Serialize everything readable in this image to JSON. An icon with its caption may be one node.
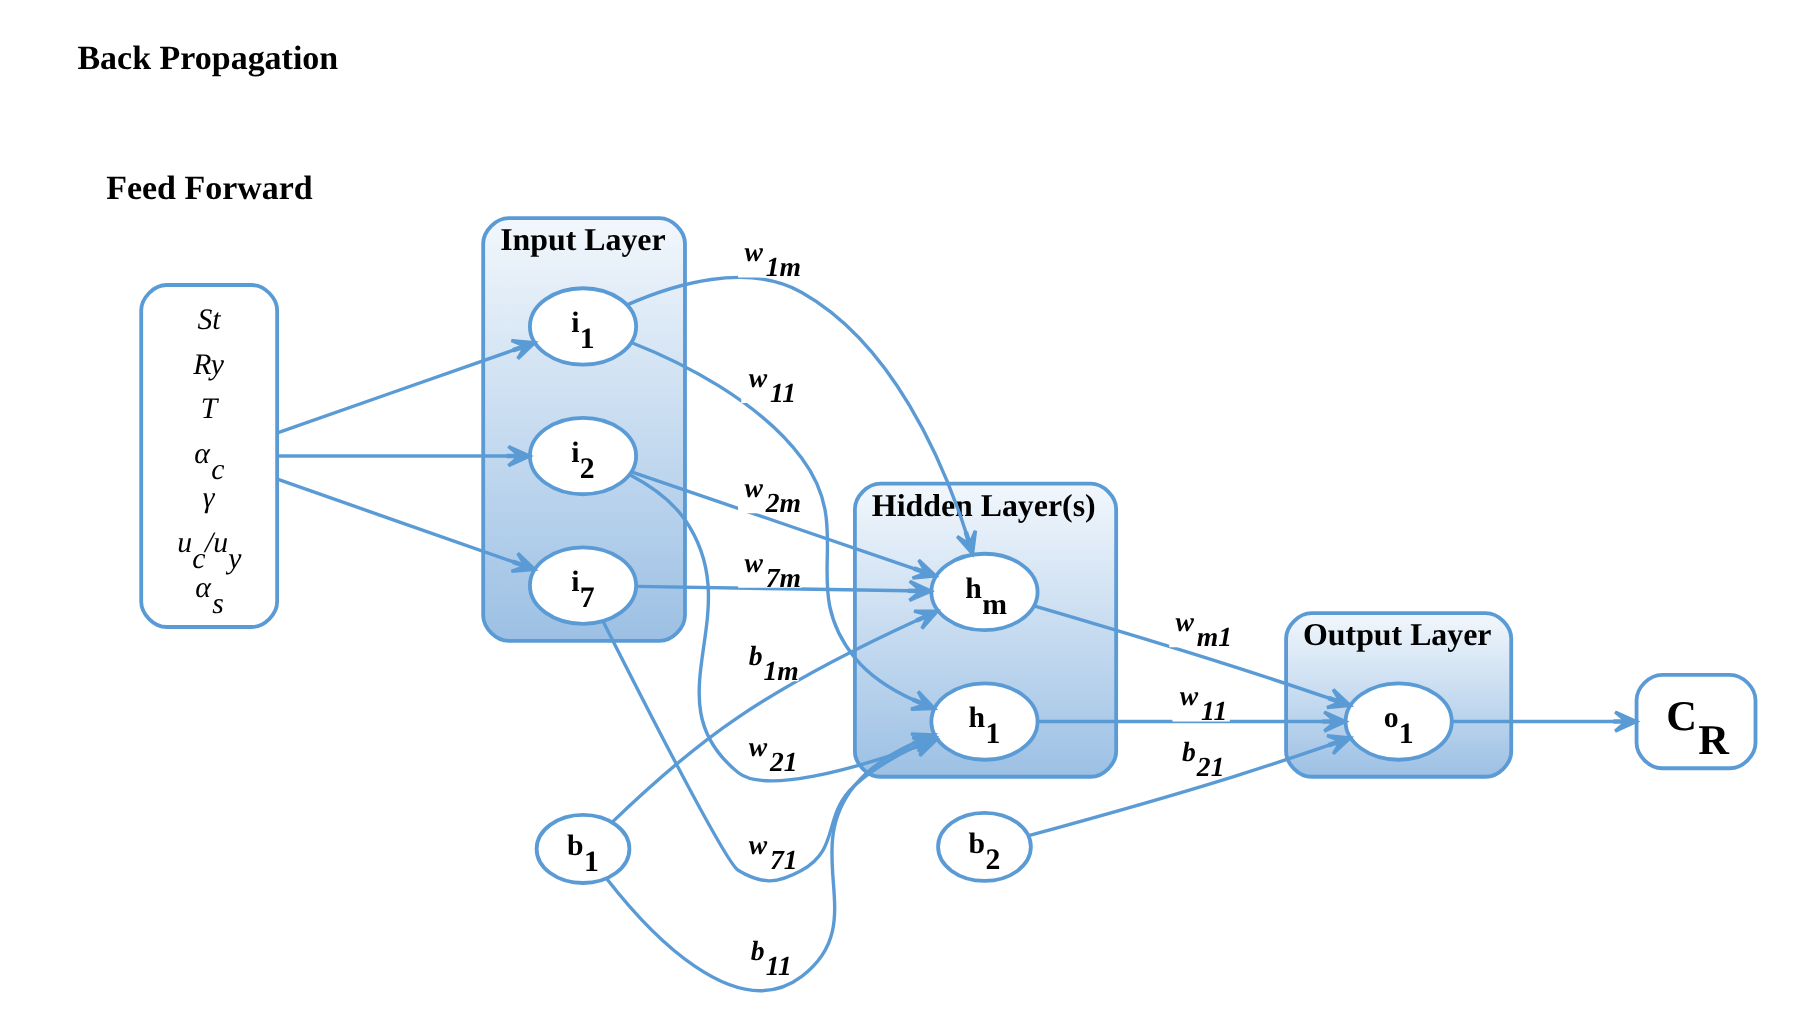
{
  "diagram": {
    "nodes": [
      {
        "text": [
          "St",
          "Ry",
          "T",
          "α$_{c}$",
          "γ",
          "u$_{c}$/u$_{y}$",
          "α$_{s}$"
        ]
      },
      {
        "text": [
          "Input Layer"
        ]
      },
      {
        "text": [
          "i$_{1}$"
        ],
        "in": 1
      },
      {
        "text": [
          "i$_{2}$"
        ],
        "in": 1
      },
      {
        "text": [
          "i$_{7}$"
        ],
        "in": 1
      },
      {
        "text": [
          "b$_{1}$"
        ]
      },
      {
        "text": [
          "Hidden Layer(s)"
        ]
      },
      {
        "text": [
          "h$_{1}$"
        ],
        "in": 6
      },
      {
        "text": [
          "h$_{m}$"
        ],
        "in": 6
      },
      {
        "text": [
          "b$_{2}$"
        ]
      },
      {
        "text": [
          "Output Layer"
        ]
      },
      {
        "text": [
          "o$_{1}$"
        ],
        "in": 10
      },
      {
        "text": [
          "C$_{R}$"
        ]
      }
    ],
    "edges": [
      {
        "from": 0,
        "to": 2,
        "arrow": "to"
      },
      {
        "from": 0,
        "to": 3,
        "arrow": "to"
      },
      {
        "from": 0,
        "to": 4,
        "arrow": "to"
      },
      {
        "from": 2,
        "to": 7,
        "arrow": "to",
        "label": "w$_{11}$"
      },
      {
        "from": 3,
        "to": 7,
        "arrow": "to",
        "label": "w$_{21}$"
      },
      {
        "from": 2,
        "to": 8,
        "arrow": "to",
        "label": "w$_{1m}$"
      },
      {
        "from": 4,
        "to": 7,
        "arrow": "to",
        "label": "w$_{71}$"
      },
      {
        "from": 3,
        "to": 8,
        "arrow": "to",
        "label": "w$_{2m}$"
      },
      {
        "from": 4,
        "to": 8,
        "arrow": "to",
        "label": "w$_{7m}$"
      },
      {
        "from": 5,
        "to": 7,
        "arrow": "to",
        "label": "b$_{11}$"
      },
      {
        "from": 5,
        "to": 8,
        "arrow": "to",
        "label": "b$_{1m}$"
      },
      {
        "from": 7,
        "to": 11,
        "arrow": "to",
        "label": "w$_{11}$"
      },
      {
        "from": 8,
        "to": 11,
        "arrow": "to",
        "label": "w$_{m1}$"
      },
      {
        "from": 9,
        "to": 11,
        "arrow": "to",
        "label": "b$_{21}$"
      },
      {
        "from": 11,
        "to": 12,
        "arrow": "to"
      }
    ],
    "labels": [
      "Feed Forward",
      "Back Propagation"
    ]
  }
}
